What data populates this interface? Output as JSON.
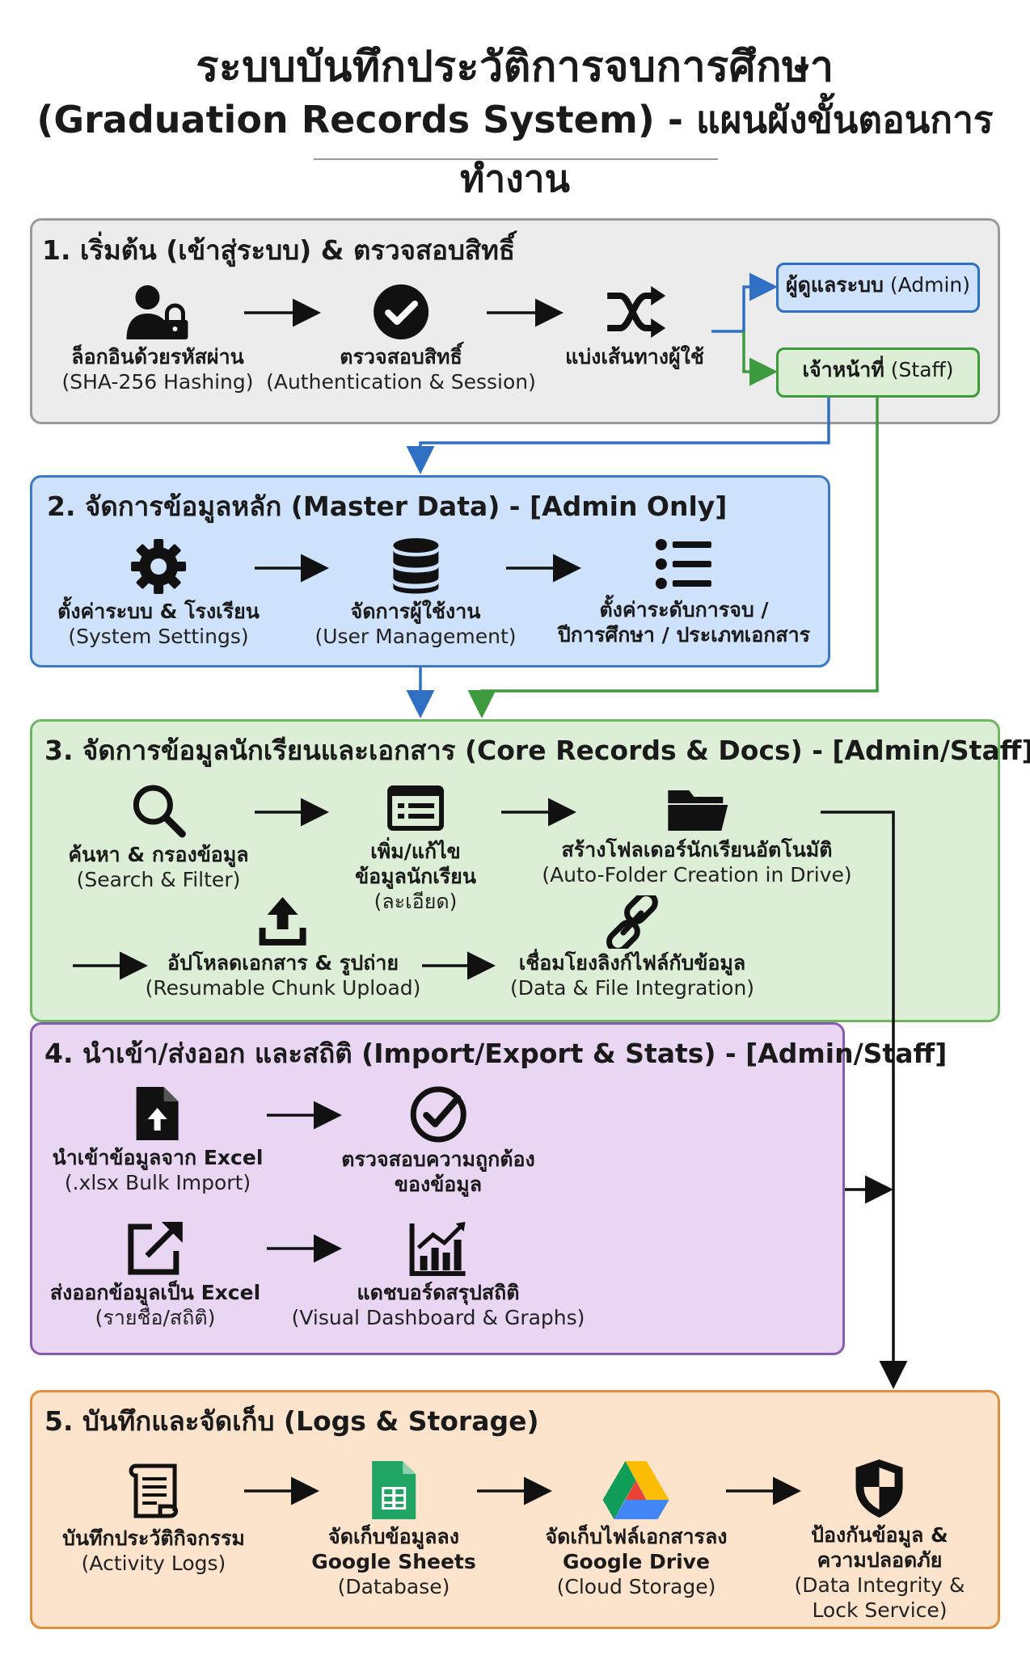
{
  "title": {
    "line1": "ระบบบันทึกประวัติการจบการศึกษา",
    "line2": "(Graduation Records System) - แผนผังขั้นตอนการทำงาน"
  },
  "colors": {
    "section1": "#ececec",
    "section1_border": "#9a9a9a",
    "section2": "#cfe2fb",
    "section2_border": "#3b78c8",
    "section3": "#dcefd6",
    "section3_border": "#6fb562",
    "section4": "#e8d6f2",
    "section4_border": "#8a5ab0",
    "section5": "#fbe3cc",
    "section5_border": "#e08f3c",
    "admin": "#2f6fc4",
    "staff": "#3d9a3d"
  },
  "sections": [
    {
      "title": "1. เริ่มต้น (เข้าสู่ระบบ) & ตรวจสอบสิทธิ์",
      "nodes": [
        {
          "icon": "user-lock-icon",
          "th": "ล็อกอินด้วยรหัสผ่าน",
          "en": "(SHA-256 Hashing)"
        },
        {
          "icon": "check-circle-icon",
          "th": "ตรวจสอบสิทธิ์",
          "en": "(Authentication & Session)"
        },
        {
          "icon": "shuffle-icon",
          "th": "แบ่งเส้นทางผู้ใช้",
          "en": ""
        }
      ],
      "roles": [
        {
          "th": "ผู้ดูแลระบบ",
          "en": "(Admin)"
        },
        {
          "th": "เจ้าหน้าที่",
          "en": "(Staff)"
        }
      ]
    },
    {
      "title": "2. จัดการข้อมูลหลัก (Master Data) - [Admin Only]",
      "nodes": [
        {
          "icon": "gear-icon",
          "th": "ตั้งค่าระบบ & โรงเรียน",
          "en": "(System Settings)"
        },
        {
          "icon": "database-icon",
          "th": "จัดการผู้ใช้งาน",
          "en": "(User Management)"
        },
        {
          "icon": "list-icon",
          "th": "ตั้งค่าระดับการจบ /",
          "en": "ปีการศึกษา / ประเภทเอกสาร"
        }
      ]
    },
    {
      "title": "3. จัดการข้อมูลนักเรียนและเอกสาร (Core Records & Docs) - [Admin/Staff]",
      "nodes": [
        {
          "icon": "search-icon",
          "th": "ค้นหา & กรองข้อมูล",
          "en": "(Search & Filter)"
        },
        {
          "icon": "form-icon",
          "th": "เพิ่ม/แก้ไข",
          "th2": "ข้อมูลนักเรียน",
          "en": "(ละเอียด)"
        },
        {
          "icon": "folder-icon",
          "th": "สร้างโฟลเดอร์นักเรียนอัตโนมัติ",
          "en": "(Auto-Folder Creation in Drive)"
        },
        {
          "icon": "upload-icon",
          "th": "อัปโหลดเอกสาร & รูปถ่าย",
          "en": "(Resumable Chunk Upload)"
        },
        {
          "icon": "link-icon",
          "th": "เชื่อมโยงลิงก์ไฟล์กับข้อมูล",
          "en": "(Data & File Integration)"
        }
      ]
    },
    {
      "title": "4. นำเข้า/ส่งออก และสถิติ (Import/Export & Stats) - [Admin/Staff]",
      "nodes": [
        {
          "icon": "file-import-icon",
          "th": "นำเข้าข้อมูลจาก Excel",
          "en": "(.xlsx Bulk Import)"
        },
        {
          "icon": "check-outline-icon",
          "th": "ตรวจสอบความถูกต้อง",
          "en": "ของข้อมูล"
        },
        {
          "icon": "export-icon",
          "th": "ส่งออกข้อมูลเป็น Excel",
          "en": "(รายชื่อ/สถิติ)"
        },
        {
          "icon": "chart-icon",
          "th": "แดชบอร์ดสรุปสถิติ",
          "en": "(Visual Dashboard & Graphs)"
        }
      ]
    },
    {
      "title": "5. บันทึกและจัดเก็บ (Logs & Storage)",
      "nodes": [
        {
          "icon": "scroll-icon",
          "th": "บันทึกประวัติกิจกรรม",
          "en": "(Activity Logs)"
        },
        {
          "icon": "google-sheets-icon",
          "th": "จัดเก็บข้อมูลลง",
          "th2": "Google Sheets",
          "en": "(Database)"
        },
        {
          "icon": "google-drive-icon",
          "th": "จัดเก็บไฟล์เอกสารลง",
          "th2": "Google Drive",
          "en": "(Cloud Storage)"
        },
        {
          "icon": "shield-icon",
          "th": "ป้องกันข้อมูล &",
          "th2": "ความปลอดภัย",
          "en": "(Data Integrity &",
          "en2": "Lock Service)"
        }
      ]
    }
  ]
}
